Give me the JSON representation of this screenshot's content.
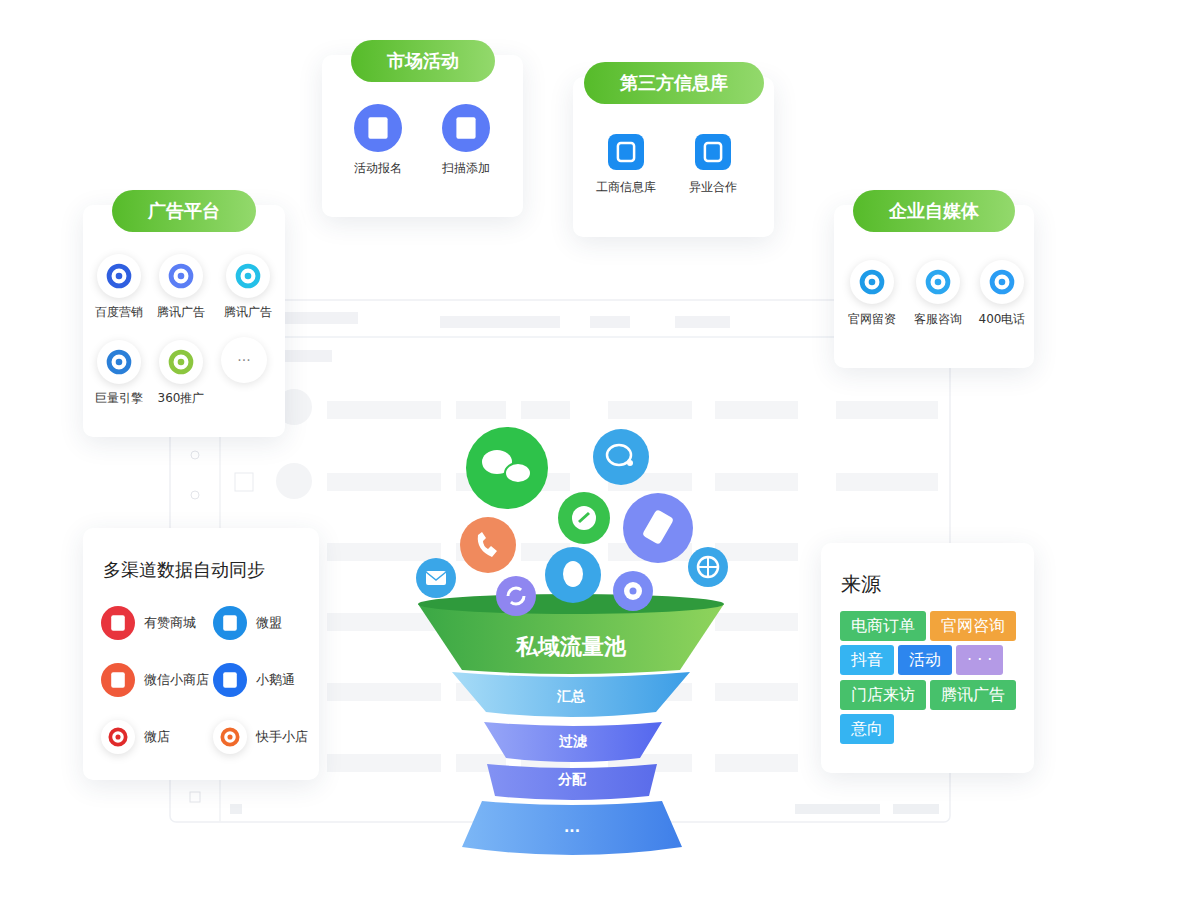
{
  "diagram": {
    "nodes": [
      {
        "text": [
          "市场活动"
        ]
      },
      {
        "text": [
          "活动报名"
        ],
        "in": 0
      },
      {
        "text": [
          "扫描添加"
        ],
        "in": 0
      },
      {
        "text": [
          "第三方信息库"
        ]
      },
      {
        "text": [
          "工商信息库"
        ],
        "in": 3
      },
      {
        "text": [
          "异业合作"
        ],
        "in": 3
      },
      {
        "text": [
          "广告平台"
        ]
      },
      {
        "text": [
          "百度营销"
        ],
        "in": 6
      },
      {
        "text": [
          "腾讯广告"
        ],
        "in": 6
      },
      {
        "text": [
          "腾讯广告"
        ],
        "in": 6
      },
      {
        "text": [
          "巨量引擎"
        ],
        "in": 6
      },
      {
        "text": [
          "360推广"
        ],
        "in": 6
      },
      {
        "text": [
          "···"
        ],
        "in": 6
      },
      {
        "text": [
          "企业自媒体"
        ]
      },
      {
        "text": [
          "官网留资"
        ],
        "in": 13
      },
      {
        "text": [
          "客服咨询"
        ],
        "in": 13
      },
      {
        "text": [
          "400电话"
        ],
        "in": 13
      },
      {
        "text": [
          "多渠道数据自动同步"
        ]
      },
      {
        "text": [
          "有赞商城"
        ],
        "in": 17
      },
      {
        "text": [
          "微盟"
        ],
        "in": 17
      },
      {
        "text": [
          "微信小商店"
        ],
        "in": 17
      },
      {
        "text": [
          "小鹅通"
        ],
        "in": 17
      },
      {
        "text": [
          "微店"
        ],
        "in": 17
      },
      {
        "text": [
          "快手小店"
        ],
        "in": 17
      },
      {
        "text": [
          "私域流量池"
        ]
      },
      {
        "text": [
          "汇总"
        ]
      },
      {
        "text": [
          "过滤"
        ]
      },
      {
        "text": [
          "分配"
        ]
      },
      {
        "text": [
          "..."
        ]
      },
      {
        "text": [
          "来源"
        ]
      },
      {
        "text": [
          "电商订单"
        ],
        "in": 29
      },
      {
        "text": [
          "官网咨询"
        ],
        "in": 29
      },
      {
        "text": [
          "抖音"
        ],
        "in": 29
      },
      {
        "text": [
          "活动"
        ],
        "in": 29
      },
      {
        "text": [
          "· · ·"
        ],
        "in": 29
      },
      {
        "text": [
          "门店来访"
        ],
        "in": 29
      },
      {
        "text": [
          "腾讯广告"
        ],
        "in": 29
      },
      {
        "text": [
          "意向"
        ],
        "in": 29
      }
    ]
  }
}
